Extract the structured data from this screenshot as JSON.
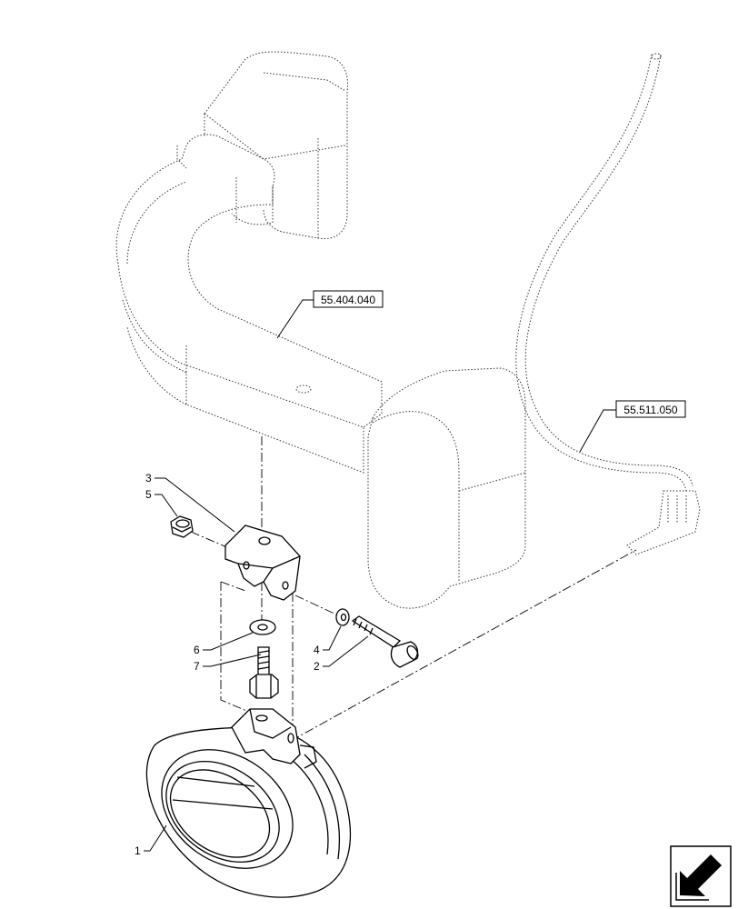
{
  "references": [
    {
      "id": "ref-cab-frame",
      "label": "55.404.040"
    },
    {
      "id": "ref-harness",
      "label": "55.511.050"
    }
  ],
  "callouts": [
    {
      "id": "1",
      "label": "1"
    },
    {
      "id": "2",
      "label": "2"
    },
    {
      "id": "3",
      "label": "3"
    },
    {
      "id": "4",
      "label": "4"
    },
    {
      "id": "5",
      "label": "5"
    },
    {
      "id": "6",
      "label": "6"
    },
    {
      "id": "7",
      "label": "7"
    }
  ],
  "nav": {
    "icon": "arrow-icon"
  }
}
